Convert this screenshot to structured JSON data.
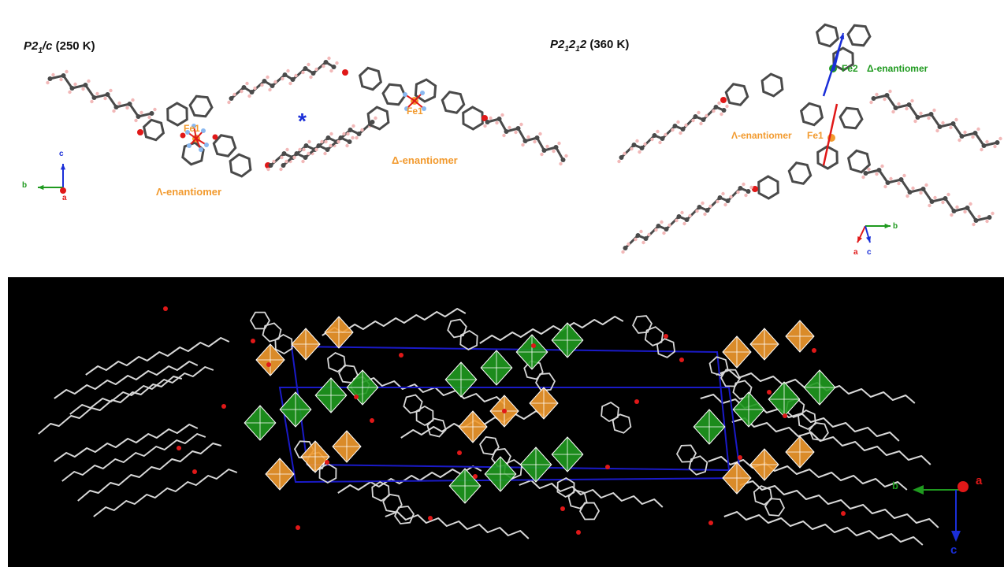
{
  "panels": {
    "left": {
      "title_sg_pre": "P2",
      "title_sg_sub": "1",
      "title_sg_post": "/c",
      "title_temp": " (250 K)",
      "fe_labels": [
        "Fe1",
        "Fe1"
      ],
      "lambda_label": "Λ-enantiomer",
      "delta_label": "Δ-enantiomer",
      "inversion_marker": "*",
      "axes": {
        "c": "c",
        "b": "b",
        "a": "a"
      }
    },
    "right": {
      "title_sg_1": "P2",
      "title_sg_sub1": "1",
      "title_sg_2": "2",
      "title_sg_sub2": "1",
      "title_sg_3": "2",
      "title_temp": " (360 K)",
      "fe2_label": "Fe2",
      "delta_label": "Δ-enantiomer",
      "lambda_label": "Λ-enantiomer",
      "fe1_label": "Fe1",
      "axes": {
        "b": "b",
        "a": "a",
        "c": "c"
      }
    },
    "bottom": {
      "axes": {
        "b": "b",
        "a": "a",
        "c": "c"
      }
    }
  },
  "colors": {
    "fe_orange": "#f29a2e",
    "fe_green": "#1f9a1f",
    "carbon": "#4a4a4a",
    "hydrogen": "#f2b8b8",
    "oxygen": "#e01818",
    "nitrogen": "#8ab8f0",
    "axis_a": "#e01818",
    "axis_b": "#1f9a1f",
    "axis_c": "#1a2ed8",
    "cell_edge": "#1a1ac8"
  }
}
